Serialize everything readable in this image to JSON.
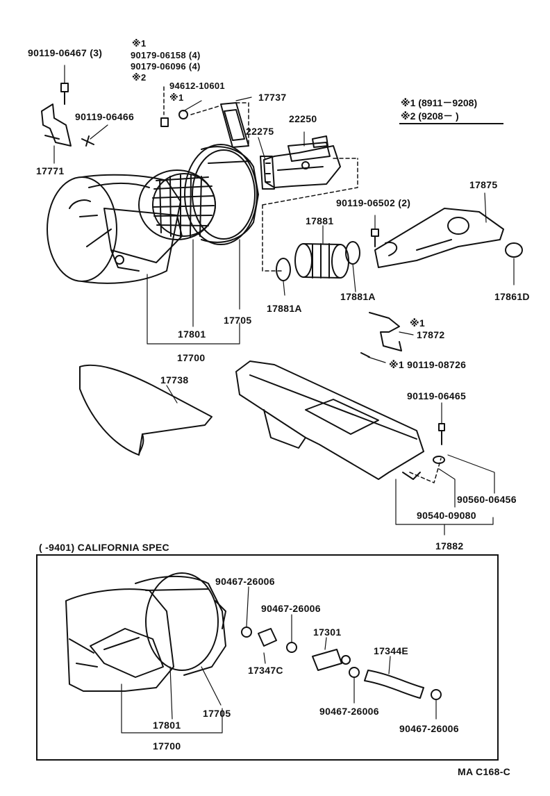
{
  "labels": {
    "p90119_06467": "90119-06467 (3)",
    "note1": "※1",
    "p90179_06158": "90179-06158 (4)",
    "p90179_06096": "90179-06096 (4)",
    "note2": "※2",
    "p94612_10601": "94612-10601",
    "note1b": "※1",
    "p17737": "17737",
    "p90119_06466": "90119-06466",
    "p22250": "22250",
    "p22275": "22275",
    "p17771": "17771",
    "p17875": "17875",
    "p90119_06502": "90119-06502 (2)",
    "p17881": "17881",
    "p17881A_left": "17881A",
    "p17881A_right": "17881A",
    "p17861D": "17861D",
    "p17705_top": "17705",
    "p17801_top": "17801",
    "p17700_top": "17700",
    "note1c": "※1",
    "p17872": "17872",
    "p90119_08726": "※1 90119-08726",
    "p17738": "17738",
    "p90119_06465": "90119-06465",
    "p90560_06456": "90560-06456",
    "p90540_09080": "90540-09080",
    "p17882": "17882",
    "california": "(      -9401) CALIFORNIA SPEC",
    "c90467_a": "90467-26006",
    "c90467_b": "90467-26006",
    "c17301": "17301",
    "c17344E": "17344E",
    "c17347C": "17347C",
    "c90467_c": "90467-26006",
    "c90467_d": "90467-26006",
    "c17705": "17705",
    "c17801": "17801",
    "c17700": "17700",
    "footer": "MA C168-C"
  },
  "legend": {
    "row1": "※1 (8911－9208)",
    "row2": "※2 (9208－        )"
  }
}
